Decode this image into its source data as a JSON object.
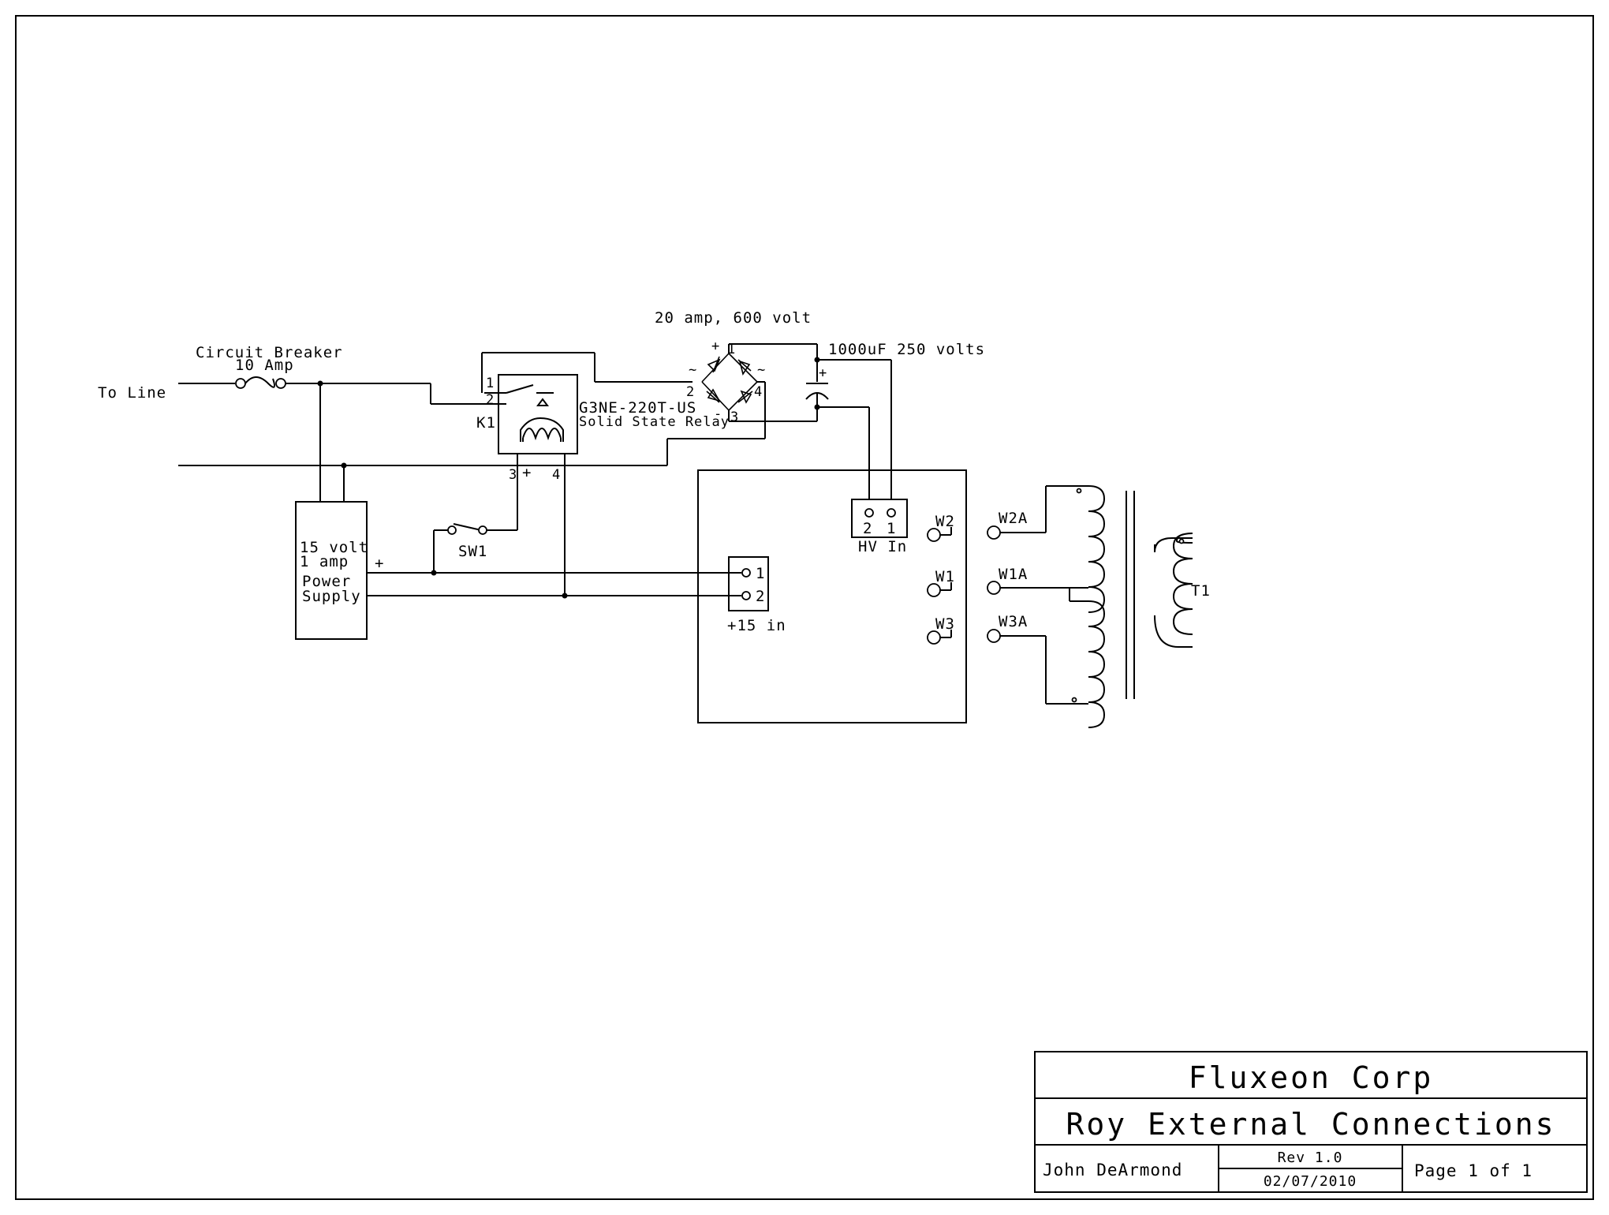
{
  "schematic": {
    "line_in_label": "To Line",
    "breaker": {
      "title": "Circuit Breaker",
      "rating": "10 Amp"
    },
    "relay": {
      "ref": "K1",
      "part": "G3NE-220T-US",
      "desc": "Solid State Relay",
      "pins": [
        "1",
        "2",
        "3",
        "4"
      ],
      "coil_plus": "+"
    },
    "bridge": {
      "rating": "20 amp, 600 volt",
      "pins": [
        "1",
        "2",
        "3",
        "4"
      ],
      "plus": "+",
      "minus": "-",
      "ac": "~"
    },
    "capacitor": {
      "rating": "1000uF 250 volts",
      "plus": "+"
    },
    "power_supply": {
      "line1": "15 volt",
      "line2": "1 amp",
      "line3": "Power",
      "line4": "Supply",
      "plus": "+"
    },
    "switch": {
      "ref": "SW1"
    },
    "hv_connector": {
      "pin2": "2",
      "pin1": "1",
      "label": "HV In"
    },
    "dc_connector": {
      "pin1": "1",
      "pin2": "2",
      "label": "+15 in"
    },
    "board_terminals": [
      "W2",
      "W1",
      "W3"
    ],
    "transformer": {
      "ref": "T1",
      "terminals": [
        "W2A",
        "W1A",
        "W3A"
      ]
    }
  },
  "title_block": {
    "company": "Fluxeon Corp",
    "title": "Roy External Connections",
    "author": "John DeArmond",
    "rev": "Rev 1.0",
    "date": "02/07/2010",
    "page": "Page 1 of 1"
  }
}
